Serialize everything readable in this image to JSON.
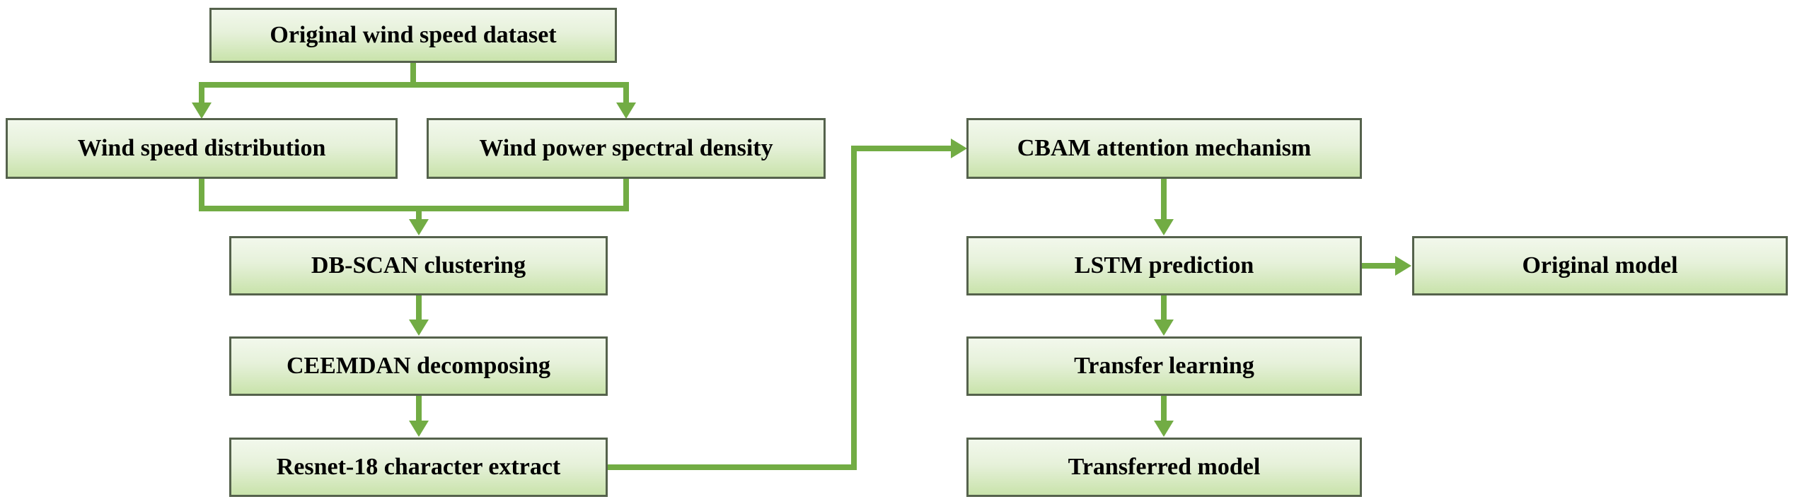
{
  "diagram": {
    "type": "flowchart",
    "colors": {
      "accent": "#72ac44",
      "box_border": "#55624c",
      "box_fill_top": "#f2f8ec",
      "box_fill_bottom": "#c9e3ab",
      "text": "#000000"
    },
    "nodes": {
      "original_dataset": {
        "label": "Original wind speed dataset"
      },
      "wind_speed_distribution": {
        "label": "Wind speed distribution"
      },
      "wind_power_spectral_density": {
        "label": "Wind power spectral density"
      },
      "dbscan": {
        "label": "DB-SCAN clustering"
      },
      "ceemdan": {
        "label": "CEEMDAN decomposing"
      },
      "resnet": {
        "label": "Resnet-18 character extract"
      },
      "cbam": {
        "label": "CBAM attention mechanism"
      },
      "lstm": {
        "label": "LSTM prediction"
      },
      "original_model": {
        "label": "Original model"
      },
      "transfer_learning": {
        "label": "Transfer learning"
      },
      "transferred_model": {
        "label": "Transferred model"
      }
    },
    "edges": [
      {
        "from": "original_dataset",
        "to": "wind_speed_distribution"
      },
      {
        "from": "original_dataset",
        "to": "wind_power_spectral_density"
      },
      {
        "from": "wind_speed_distribution",
        "to": "dbscan"
      },
      {
        "from": "wind_power_spectral_density",
        "to": "dbscan"
      },
      {
        "from": "dbscan",
        "to": "ceemdan"
      },
      {
        "from": "ceemdan",
        "to": "resnet"
      },
      {
        "from": "resnet",
        "to": "cbam"
      },
      {
        "from": "cbam",
        "to": "lstm"
      },
      {
        "from": "lstm",
        "to": "original_model"
      },
      {
        "from": "lstm",
        "to": "transfer_learning"
      },
      {
        "from": "transfer_learning",
        "to": "transferred_model"
      }
    ]
  }
}
